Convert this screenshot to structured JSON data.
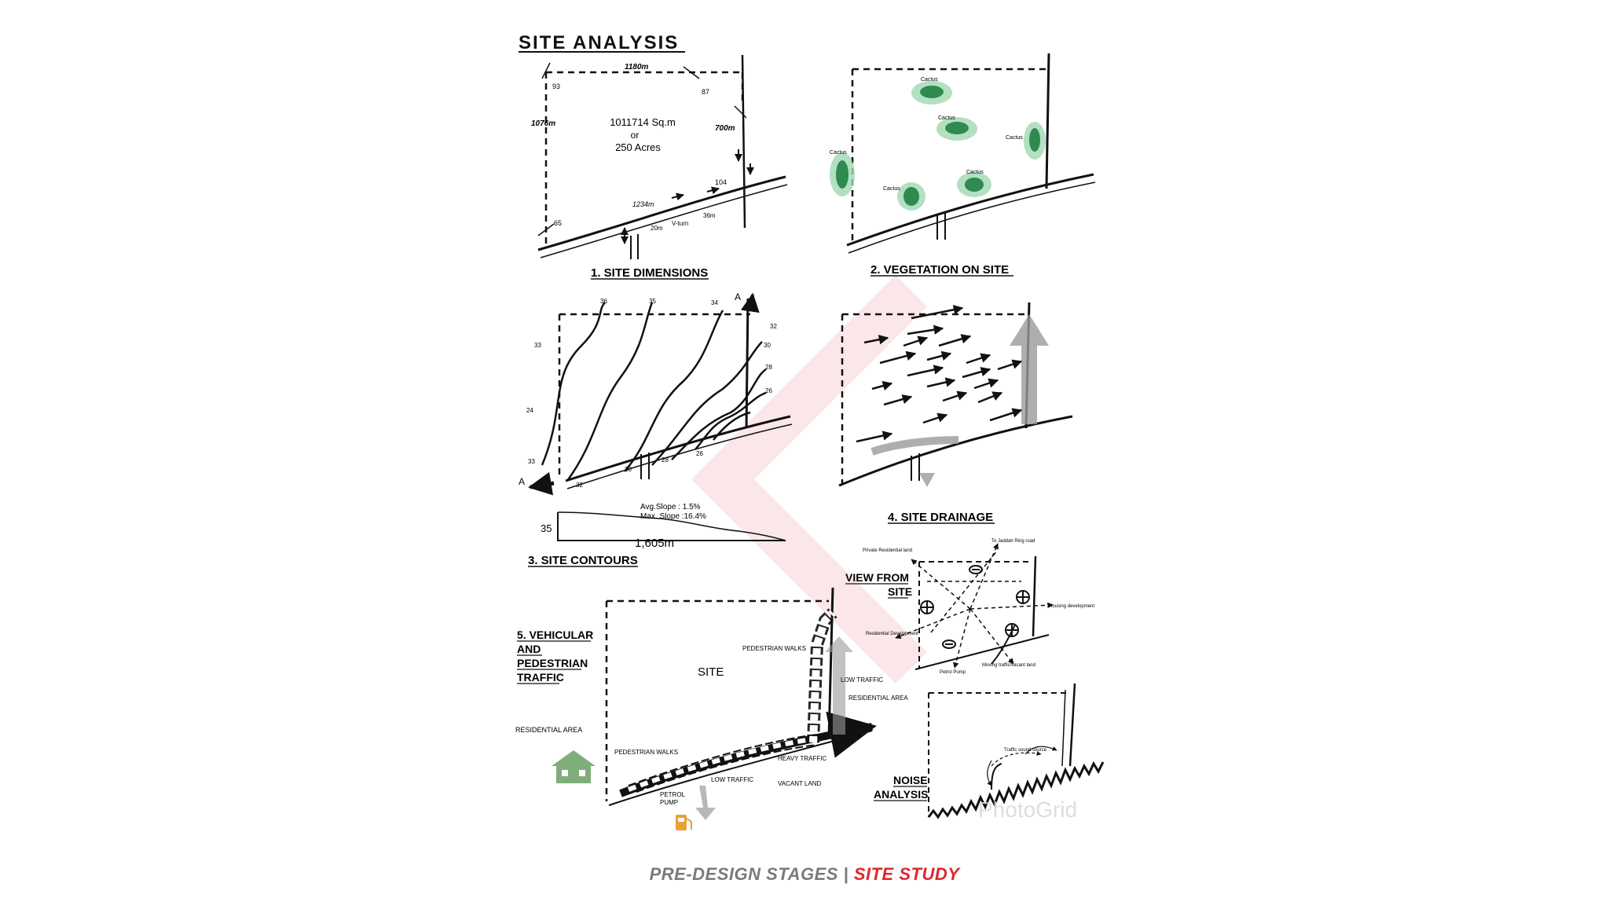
{
  "sheet_title": "SITE ANALYSIS",
  "panels": {
    "site_dimensions": {
      "caption": "1. SITE DIMENSIONS",
      "area_line1": "1011714 Sq.m",
      "area_line2": "or",
      "area_line3": "250 Acres",
      "dims": [
        "1180m",
        "1076m",
        "700m",
        "1234m",
        "93",
        "87",
        "104",
        "65",
        "20m",
        "36m",
        "V-turn"
      ]
    },
    "vegetation": {
      "caption": "2. VEGETATION ON SITE",
      "label": "Cactus"
    },
    "contours": {
      "caption": "3. SITE CONTOURS",
      "section_mark": "A",
      "levels": [
        "36",
        "35",
        "34",
        "33",
        "32",
        "30",
        "28",
        "26",
        "24",
        "33",
        "30",
        "28",
        "26",
        "32"
      ],
      "avg_slope": "Avg.Slope  : 1.5%",
      "max_slope": "Max. Slope :16.4%",
      "profile_level": "35",
      "profile_length": "1,605m"
    },
    "drainage": {
      "caption": "4. SITE DRAINAGE"
    },
    "traffic": {
      "caption_line1": "5. VEHICULAR",
      "caption_line2": "AND",
      "caption_line3": "PEDESTRIAN",
      "caption_line4": "TRAFFIC",
      "site": "SITE",
      "residential_area_left": "RESIDENTIAL AREA",
      "pedestrian_walks_top": "PEDESTRIAN WALKS",
      "low_traffic_right": "LOW TRAFFIC",
      "residential_area_right": "RESIDENTIAL AREA",
      "pedestrian_walks_bottom": "PEDESTRIAN WALKS",
      "heavy_traffic": "HEAVY TRAFFIC",
      "low_traffic_bottom": "LOW TRAFFIC",
      "vacant_land": "VACANT LAND",
      "petrol_pump_line1": "PETROL",
      "petrol_pump_line2": "PUMP"
    },
    "views": {
      "caption_line1": "VIEW FROM",
      "caption_line2": "SITE",
      "labels": [
        "To Jaddah Ring road",
        "Private Residential land",
        "Housing development",
        "Residential Development",
        "Petrol Pump",
        "Moving traffic/vacant land"
      ]
    },
    "noise": {
      "caption_line1": "NOISE",
      "caption_line2": "ANALYSIS",
      "label": "Traffic sound source",
      "watermark": "PhotoGrid"
    }
  },
  "footer": {
    "part1": "PRE-DESIGN STAGES",
    "separator": " | ",
    "part2": "SITE STUDY"
  },
  "colors": {
    "ink": "#111111",
    "cactus_fill": "#2f8a4f",
    "cactus_wash": "#7fc99a",
    "house": "#7fae7a",
    "pump": "#e8a13a",
    "shade_arrow": "#9a9a9a",
    "watermark": "#f4c9c9",
    "footer_gray": "#7a7a7a",
    "footer_red": "#e0262d"
  }
}
